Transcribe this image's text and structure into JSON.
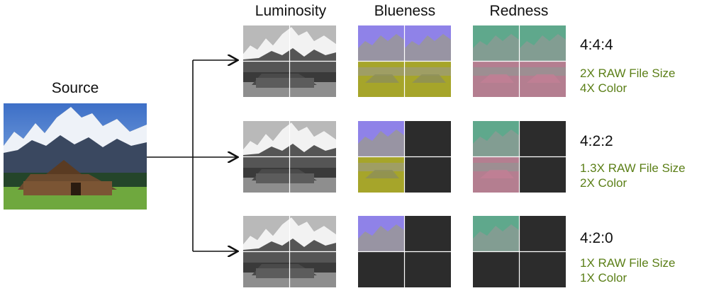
{
  "source_label": "Source",
  "columns": {
    "luminosity": "Luminosity",
    "blueness": "Blueness",
    "redness": "Redness"
  },
  "rows": [
    {
      "ratio": "4:4:4",
      "size": "2X RAW File Size",
      "color": "4X Color"
    },
    {
      "ratio": "4:2:2",
      "size": "1.3X RAW File Size",
      "color": "2X Color"
    },
    {
      "ratio": "4:2:0",
      "size": "1X RAW File Size",
      "color": "1X Color"
    }
  ],
  "colors": {
    "luma_tint": "#8a8a8a",
    "blue_sky": "#8f82e8",
    "blue_ground": "#a6a52a",
    "red_sky": "#5fa88c",
    "red_ground": "#b47e90",
    "empty_quad": "#2c2c2c",
    "accent_green": "#5b7f17"
  }
}
